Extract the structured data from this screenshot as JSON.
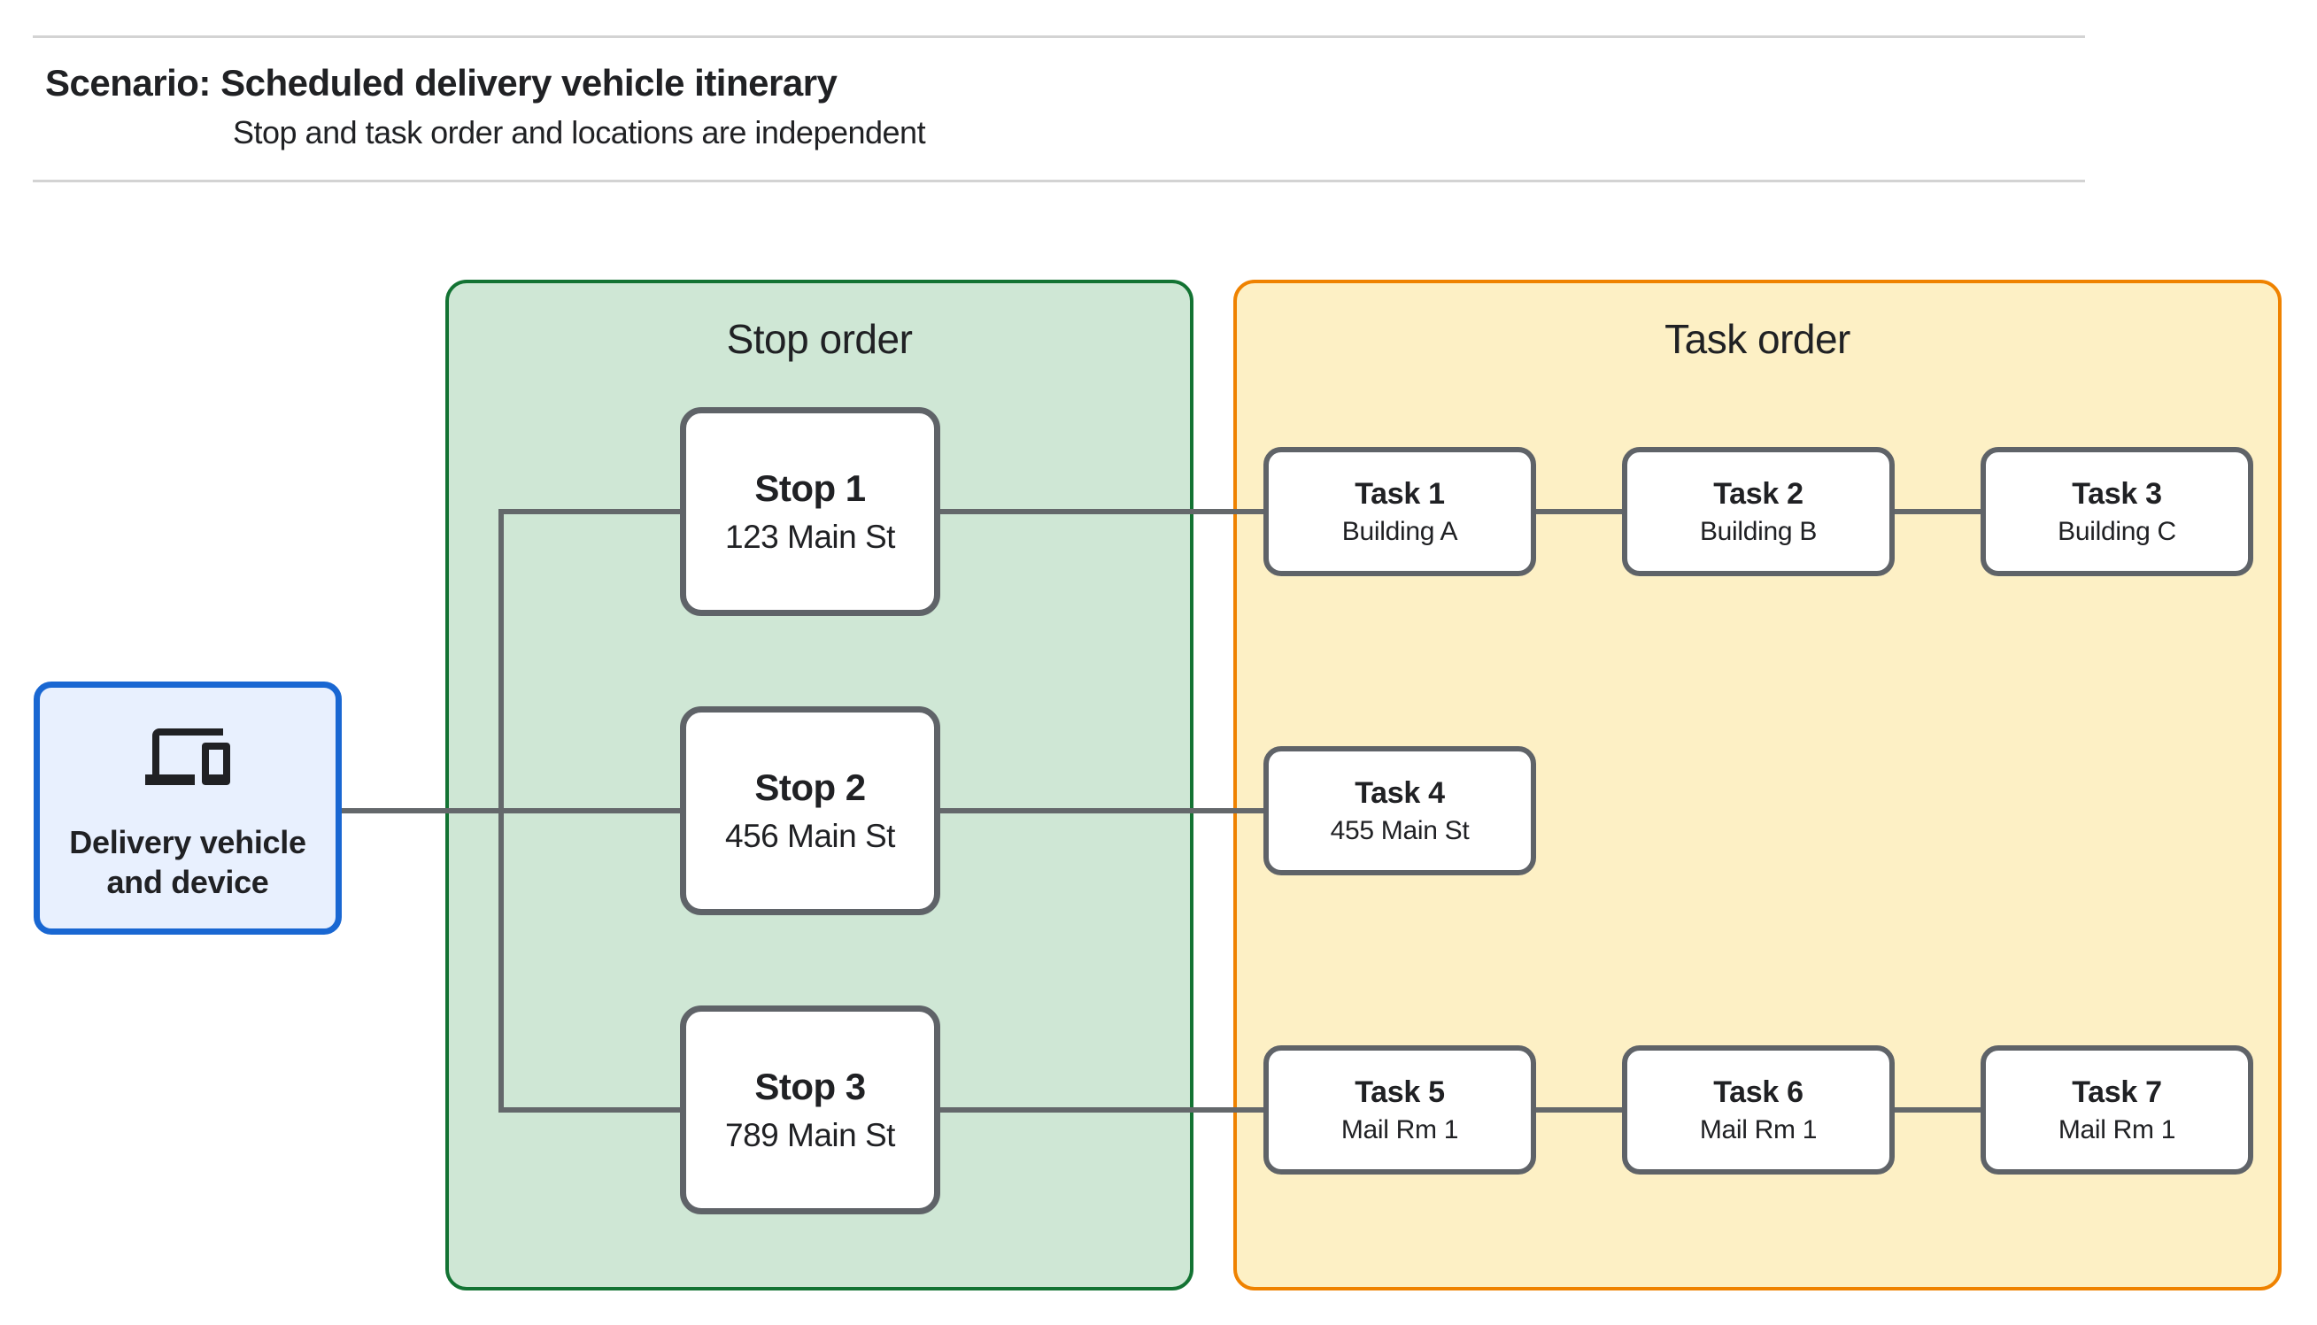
{
  "header": {
    "title": "Scenario: Scheduled delivery vehicle itinerary",
    "subtitle": "Stop and task order and locations are independent"
  },
  "source": {
    "icon": "devices-icon",
    "label_lines": [
      "Delivery vehicle",
      "and device"
    ]
  },
  "panels": {
    "stops": {
      "title": "Stop order",
      "items": [
        {
          "title": "Stop 1",
          "subtitle": "123 Main St"
        },
        {
          "title": "Stop 2",
          "subtitle": "456 Main St"
        },
        {
          "title": "Stop 3",
          "subtitle": "789 Main St"
        }
      ]
    },
    "tasks": {
      "title": "Task order",
      "items": [
        {
          "title": "Task 1",
          "subtitle": "Building A"
        },
        {
          "title": "Task 2",
          "subtitle": "Building B"
        },
        {
          "title": "Task 3",
          "subtitle": "Building C"
        },
        {
          "title": "Task 4",
          "subtitle": "455 Main St"
        },
        {
          "title": "Task 5",
          "subtitle": "Mail Rm 1"
        },
        {
          "title": "Task 6",
          "subtitle": "Mail Rm 1"
        },
        {
          "title": "Task 7",
          "subtitle": "Mail Rm 1"
        }
      ]
    }
  },
  "colors": {
    "stop_panel_fill": "#cfe7d5",
    "stop_panel_border": "#137333",
    "task_panel_fill": "#fdf0c5",
    "task_panel_border": "#ef8200",
    "source_fill": "#e8f0fe",
    "source_border": "#1967d2",
    "node_border": "#5f6368",
    "connector": "#64686b",
    "divider": "#d3d3d3",
    "text": "#202124"
  }
}
